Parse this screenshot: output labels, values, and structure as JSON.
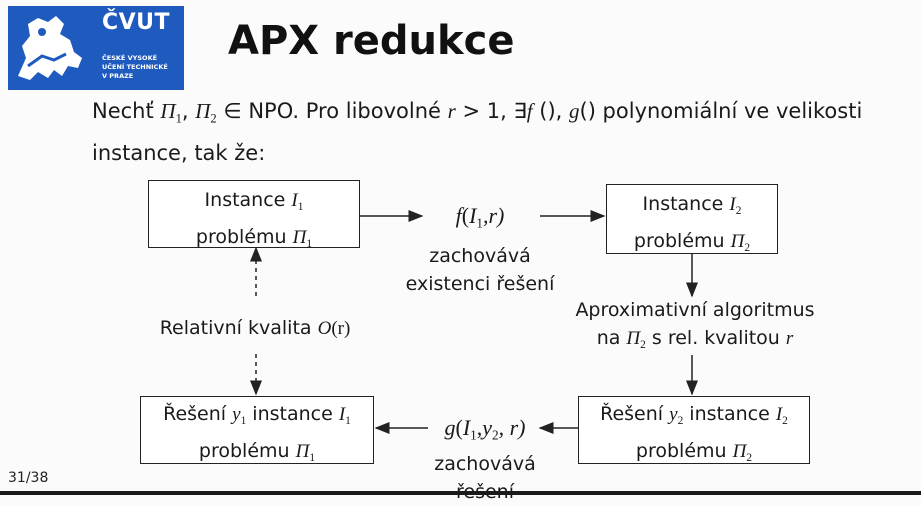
{
  "header": {
    "logo_word": "ČVUT",
    "logo_lines": [
      "ČESKÉ VYSOKÉ",
      "UČENÍ TECHNICKÉ",
      "V PRAZE"
    ],
    "title": "APX redukce",
    "brand_color": "#1f5bbf"
  },
  "intro": {
    "t1": "Nechť ",
    "pi": "Π",
    "s1": "1",
    "c1": ", ",
    "s2": "2",
    "t2": " ∈ NPO. Pro libovolné ",
    "r": "r",
    "t3": " > 1, ∃",
    "f": "f",
    "t4": " (), ",
    "g": "g",
    "t5": "() polynomiální ve velikosti instance, tak že:"
  },
  "diagram": {
    "box_i1": {
      "l1": "Instance ",
      "var": "I",
      "sub": "1",
      "l2": "problému ",
      "pi": "Π",
      "pisub": "1"
    },
    "box_i2": {
      "l1": "Instance ",
      "var": "I",
      "sub": "2",
      "l2": "problému ",
      "pi": "Π",
      "pisub": "2"
    },
    "box_s1": {
      "l1": "Řešení ",
      "y": "y",
      "ysub": "1",
      "mid": " instance ",
      "var": "I",
      "sub": "1",
      "l2": "problému ",
      "pi": "Π",
      "pisub": "1"
    },
    "box_s2": {
      "l1": "Řešení ",
      "y": "y",
      "ysub": "2",
      "mid": " instance ",
      "var": "I",
      "sub": "2",
      "l2": "problému ",
      "pi": "Π",
      "pisub": "2"
    },
    "f_expr": {
      "f": "f",
      "open": "(",
      "I": "I",
      "sub": "1",
      "rest": ",r)"
    },
    "f_caption": [
      "zachovává",
      "existenci řešení"
    ],
    "approx_caption": {
      "l1": "Aproximativní algoritmus",
      "l2a": "na ",
      "pi": "Π",
      "pisub": "2",
      "l2b": " s rel. kvalitou ",
      "r": "r"
    },
    "relative_quality": {
      "text": "Relativní kvalita ",
      "O": "O",
      "arg": "(r)"
    },
    "g_expr": {
      "g": "g",
      "open": "(",
      "I": "I",
      "isub": "1",
      "comma": ",",
      "y": "y",
      "ysub": "2",
      "rest": ", r)"
    },
    "g_caption": [
      "zachovává",
      "řešení"
    ]
  },
  "footer": {
    "page": "31/38"
  }
}
